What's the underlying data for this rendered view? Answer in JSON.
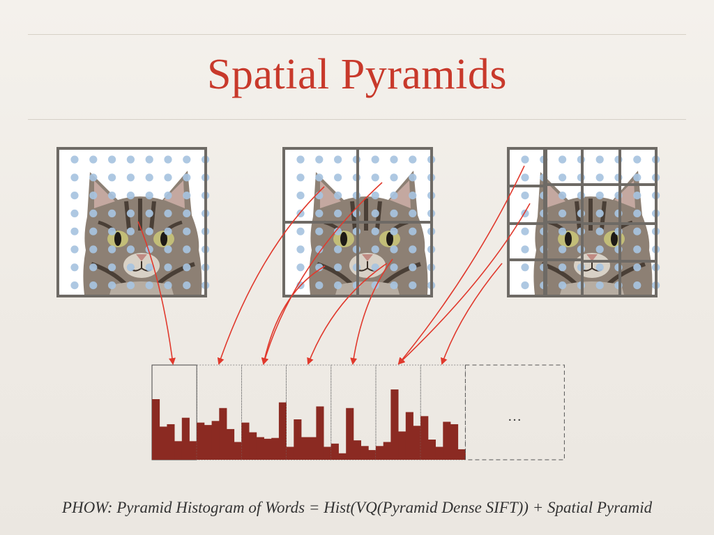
{
  "title": "Spatial Pyramids",
  "caption": "PHOW: Pyramid Histogram of Words = Hist(VQ(Pyramid Dense SIFT)) + Spatial Pyramid",
  "ellipsis": "…",
  "colors": {
    "title": "#c8392b",
    "arrow": "#e0392d",
    "bar": "#8b2a22",
    "frame": "#6e6a65",
    "dot": "#a7c3e0"
  },
  "icons": {
    "image": "cat-photo"
  },
  "chart_data": {
    "type": "bar",
    "histograms": [
      {
        "values": [
          0.75,
          0.41,
          0.44,
          0.23,
          0.52,
          0.23
        ]
      },
      {
        "values": [
          0.46,
          0.43,
          0.48,
          0.64,
          0.38,
          0.22
        ]
      },
      {
        "values": [
          0.46,
          0.34,
          0.28,
          0.26,
          0.27,
          0.71
        ]
      },
      {
        "values": [
          0.16,
          0.5,
          0.28,
          0.28,
          0.66,
          0.16
        ]
      },
      {
        "values": [
          0.2,
          0.08,
          0.64,
          0.24,
          0.17,
          0.12
        ]
      },
      {
        "values": [
          0.17,
          0.22,
          0.87,
          0.35,
          0.59,
          0.42
        ]
      },
      {
        "values": [
          0.54,
          0.25,
          0.16,
          0.47,
          0.44,
          0.13
        ]
      }
    ]
  }
}
